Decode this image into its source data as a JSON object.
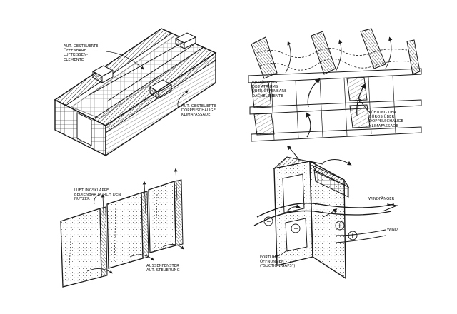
{
  "labels": {
    "top_left_1": [
      "AUT. GESTEUERTE",
      "ÖFFENBARE",
      "LUFTKISSEN-",
      "ELEMENTE"
    ],
    "top_left_2": [
      "AUT. GESTEUERTE",
      "DOPPELSCHALIGE",
      "KLIMAFASSADE"
    ],
    "top_right_1": [
      "ENTLÜFTUNG",
      "DES ATRIUMS",
      "ÜBER ÖFFENBARE",
      "DACHELEMENTE"
    ],
    "top_right_2": [
      "LÜFTUNG DER",
      "BÜROS ÜBER",
      "DOPPELSCHALIGE",
      "KLIMAFASSADE"
    ],
    "bottom_left_1": [
      "LÜFTUNGSKLAPPE",
      "BEDIENBAR DURCH DEN",
      "NUTZER"
    ],
    "bottom_left_2": [
      "AUSSENFENSTER",
      "AUT. STEUERUNG"
    ],
    "bottom_right_1": [
      "WINDFÄNGER"
    ],
    "bottom_right_2": [
      "WIND"
    ],
    "bottom_right_3": [
      "FORTLUFT-",
      "ÖFFNUNGEN",
      "(\"SUCTION GAPS\")"
    ]
  },
  "signs": {
    "minus": "−",
    "plus": "+"
  },
  "colors": {
    "ink": "#1a1a1a",
    "paper": "#ffffff"
  }
}
